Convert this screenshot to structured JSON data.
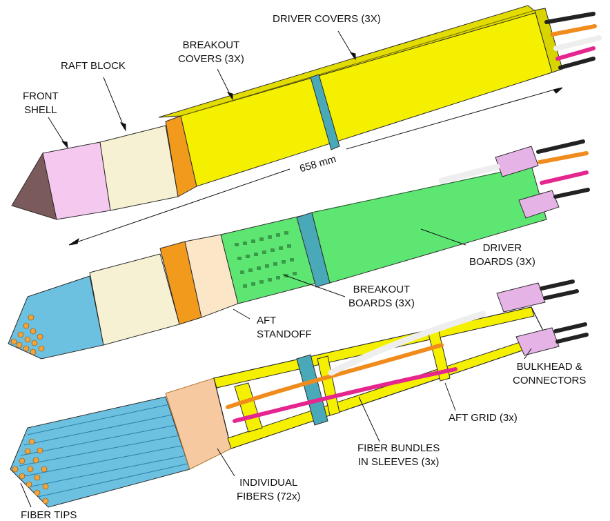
{
  "labels": {
    "driver_covers": "DRIVER COVERS (3X)",
    "raft_block": "RAFT BLOCK",
    "breakout_covers": "BREAKOUT\nCOVERS (3X)",
    "front_shell": "FRONT\nSHELL",
    "dimension": "658 mm",
    "driver_boards": "DRIVER\nBOARDS (3X)",
    "breakout_boards": "BREAKOUT\nBOARDS (3X)",
    "aft_standoff": "AFT\nSTANDOFF",
    "bulkhead_connectors": "BULKHEAD &\nCONNECTORS",
    "aft_grid": "AFT GRID (3x)",
    "fiber_bundles": "FIBER BUNDLES\nIN SLEEVES (3x)",
    "individual_fibers": "INDIVIDUAL\nFIBERS (72x)",
    "fiber_tips": "FIBER TIPS"
  },
  "colors": {
    "cover_yellow": "#f4f000",
    "board_green": "#5ee673",
    "raft_cream": "#f5f1d2",
    "front_shell_pink": "#f5c8f0",
    "standoff_orange": "#f29a1c",
    "clamp_teal": "#4aa9b8",
    "connector_lavender": "#e6b3e6",
    "fiber_blue": "#6cc0e0",
    "sleeve_magenta": "#e5268f",
    "sleeve_orange": "#f08c1e",
    "sleeve_white": "#eeeeee"
  }
}
